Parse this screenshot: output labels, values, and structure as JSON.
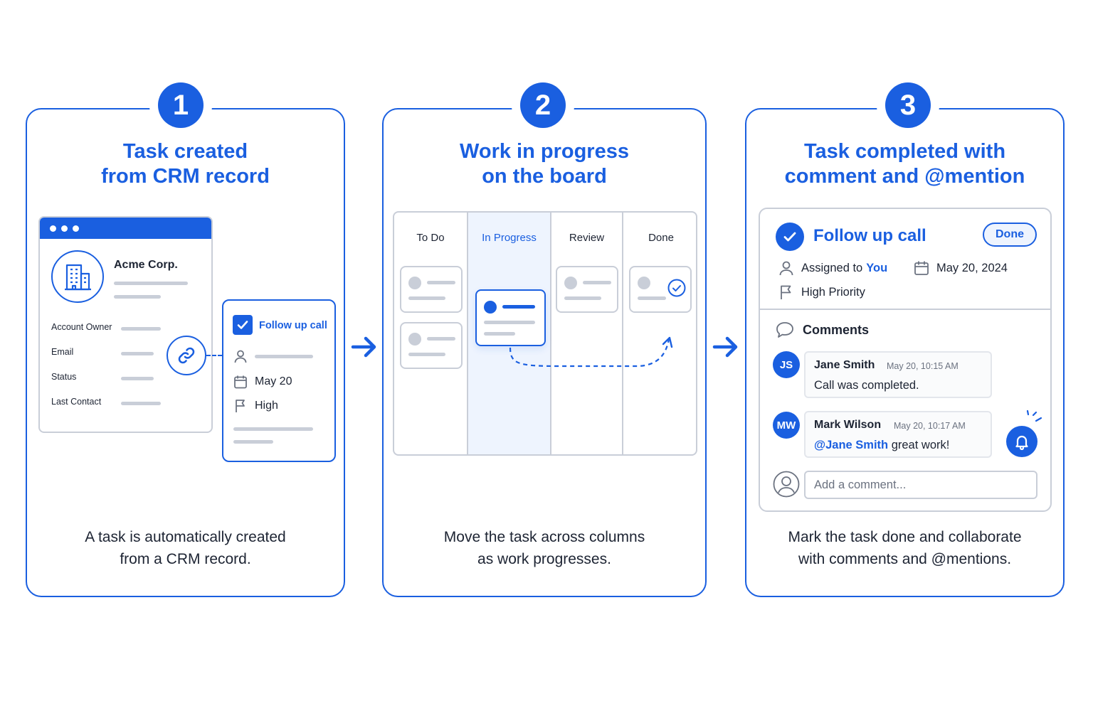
{
  "steps": [
    {
      "number": "1",
      "title_line1": "Task created",
      "title_line2": "from CRM record",
      "caption_line1": "A task is automatically created",
      "caption_line2": "from a CRM record."
    },
    {
      "number": "2",
      "title_line1": "Work in progress",
      "title_line2": "on the board",
      "caption_line1": "Move the task across columns",
      "caption_line2": "as work progresses."
    },
    {
      "number": "3",
      "title_line1": "Task completed with",
      "title_line2": "comment and @mention",
      "caption_line1": "Mark the task done and collaborate",
      "caption_line2": "with comments and @mentions."
    }
  ],
  "crm": {
    "company": "Acme Corp.",
    "fields": [
      "Account Owner",
      "Email",
      "Status",
      "Last Contact"
    ]
  },
  "task_card": {
    "title": "Follow up call",
    "due": "May 20",
    "priority": "High"
  },
  "board": {
    "columns": [
      "To Do",
      "In Progress",
      "Review",
      "Done"
    ],
    "active_column": "In Progress"
  },
  "detail": {
    "title": "Follow up call",
    "status": "Done",
    "assigned_label": "Assigned to",
    "assignee": "You",
    "date": "May 20, 2024",
    "priority": "High Priority",
    "comments_label": "Comments",
    "comments": [
      {
        "initials": "JS",
        "author": "Jane Smith",
        "time": "May 20, 10:15 AM",
        "text": "Call was completed."
      },
      {
        "initials": "MW",
        "author": "Mark Wilson",
        "time": "May 20, 10:17 AM",
        "mention": "@Jane Smith",
        "text": " great work!"
      }
    ],
    "comment_placeholder": "Add a comment..."
  },
  "colors": {
    "accent": "#1a5fe0",
    "border": "#c9ced8",
    "text": "#1d2433",
    "active_column_bg": "#eef4fe"
  },
  "icons": [
    "building-icon",
    "link-icon",
    "checkbox-icon",
    "person-icon",
    "calendar-icon",
    "flag-icon",
    "check-circle-icon",
    "comment-icon",
    "bell-icon",
    "arrow-right-icon"
  ]
}
